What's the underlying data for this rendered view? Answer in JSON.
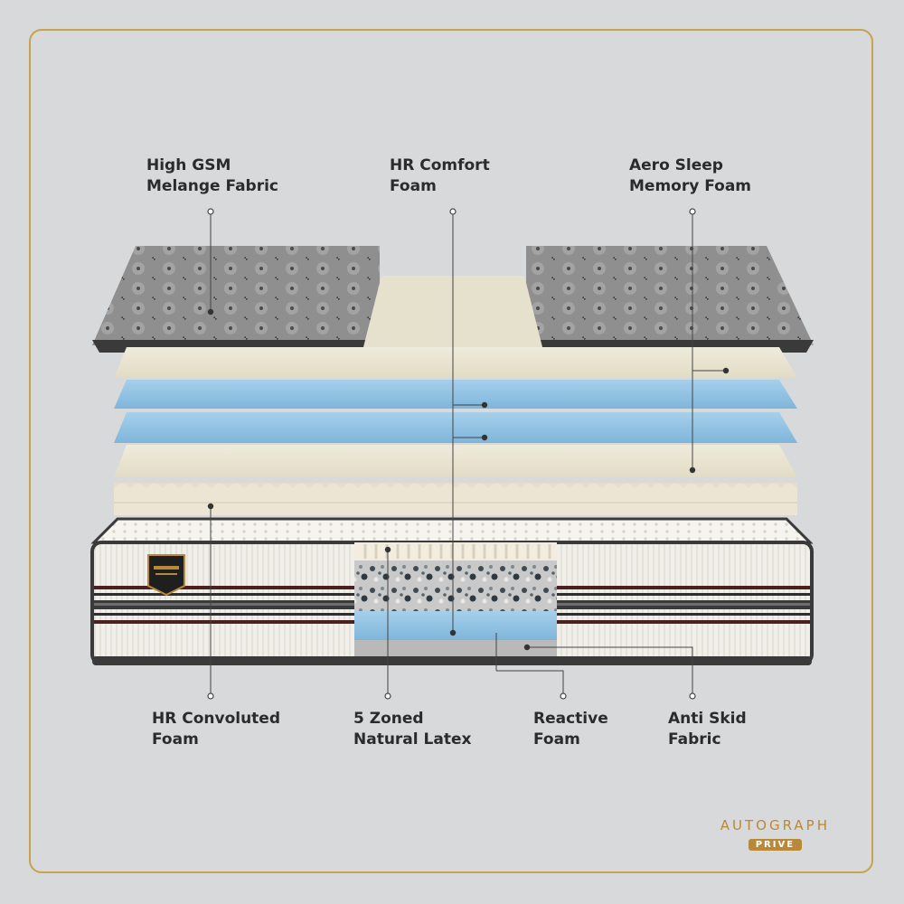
{
  "labels": {
    "top_left": "High GSM\nMelange Fabric",
    "top_center": "HR Comfort\nFoam",
    "top_right": "Aero Sleep\nMemory Foam",
    "bottom_1": "HR Convoluted\nFoam",
    "bottom_2": "5 Zoned\nNatural Latex",
    "bottom_3": "Reactive\nFoam",
    "bottom_4": "Anti Skid\nFabric"
  },
  "brand": {
    "name": "AUTOGRAPH",
    "sub": "PRIVE"
  },
  "colors": {
    "background": "#d8d9da",
    "accent_gold": "#b8893a",
    "memory_foam_cream": "#ebe6d3",
    "comfort_foam_blue": "#8dc0e2",
    "fabric_grey": "#8c8c8c"
  }
}
